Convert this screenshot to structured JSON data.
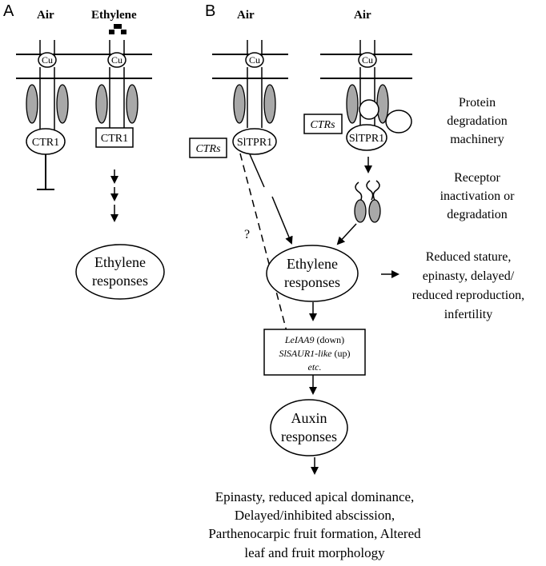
{
  "panels": {
    "a": "A",
    "b": "B"
  },
  "headers": {
    "a_air": "Air",
    "a_ethylene": "Ethylene",
    "b_air_1": "Air",
    "b_air_2": "Air"
  },
  "receptors": {
    "cu": "Cu",
    "ctr1": "CTR1",
    "sltpr1": "SlTPR1",
    "ctrs": "CTRs"
  },
  "ethylene_responses": [
    "Ethylene",
    "responses"
  ],
  "auxin_responses": [
    "Auxin",
    "responses"
  ],
  "question": "?",
  "side_notes": {
    "protein": [
      "Protein",
      "degradation",
      "machinery"
    ],
    "receptor": [
      "Receptor",
      "inactivation or",
      "degradation"
    ],
    "reduced": [
      "Reduced stature,",
      "epinasty, delayed/",
      "reduced reproduction,",
      "infertility"
    ]
  },
  "gene_box": {
    "line1_gene": "LeIAA9",
    "line1_note": " (down)",
    "line2_gene": "SlSAUR1-like",
    "line2_note": " (up)",
    "line3": "etc."
  },
  "bottom_text": [
    "Epinasty, reduced apical dominance,",
    "Delayed/inhibited abscission,",
    "Parthenocarpic fruit formation, Altered",
    "leaf and fruit morphology"
  ]
}
